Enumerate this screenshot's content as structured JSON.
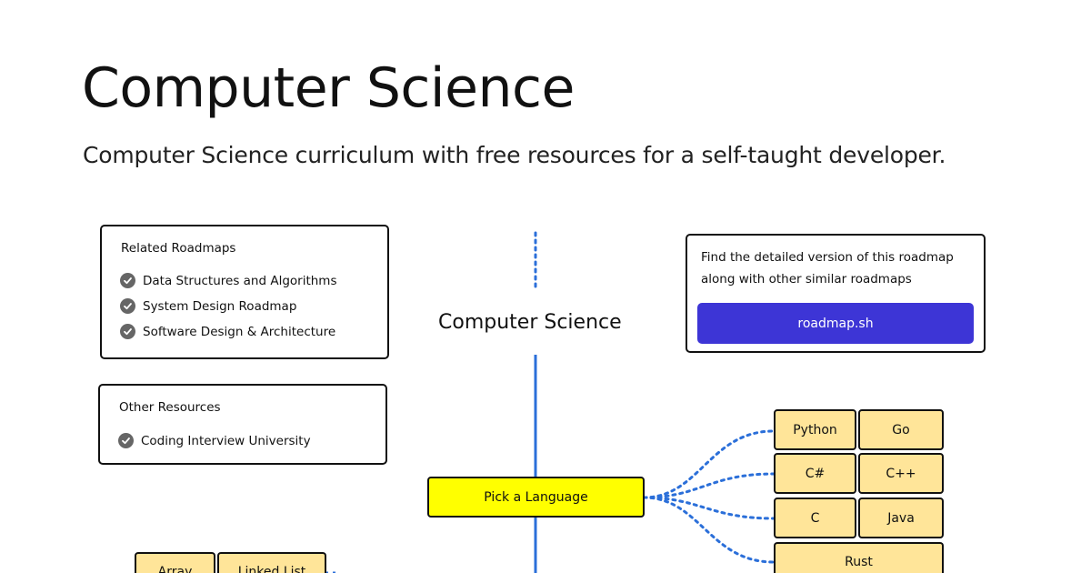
{
  "header": {
    "title": "Computer Science",
    "subtitle": "Computer Science curriculum with free resources for a self-taught developer."
  },
  "related_roadmaps": {
    "title": "Related Roadmaps",
    "items": [
      "Data Structures and Algorithms",
      "System Design Roadmap",
      "Software Design & Architecture"
    ]
  },
  "other_resources": {
    "title": "Other Resources",
    "items": [
      "Coding Interview University"
    ]
  },
  "cta": {
    "text": "Find the detailed version of this roadmap along with other similar roadmaps",
    "button_label": "roadmap.sh"
  },
  "diagram": {
    "center_title": "Computer Science",
    "pick_language": "Pick a Language",
    "languages": [
      "Python",
      "Go",
      "C#",
      "C++",
      "C",
      "Java",
      "Rust"
    ],
    "bottom_nodes": [
      "Array",
      "Linked List"
    ]
  },
  "colors": {
    "accent": "#3d35d6",
    "spine": "#2b6fd9",
    "connector": "#2b6fd9",
    "language_node": "#ffe599",
    "pick_node": "#ffff00"
  },
  "icons": {
    "check": "check-circle-icon"
  }
}
